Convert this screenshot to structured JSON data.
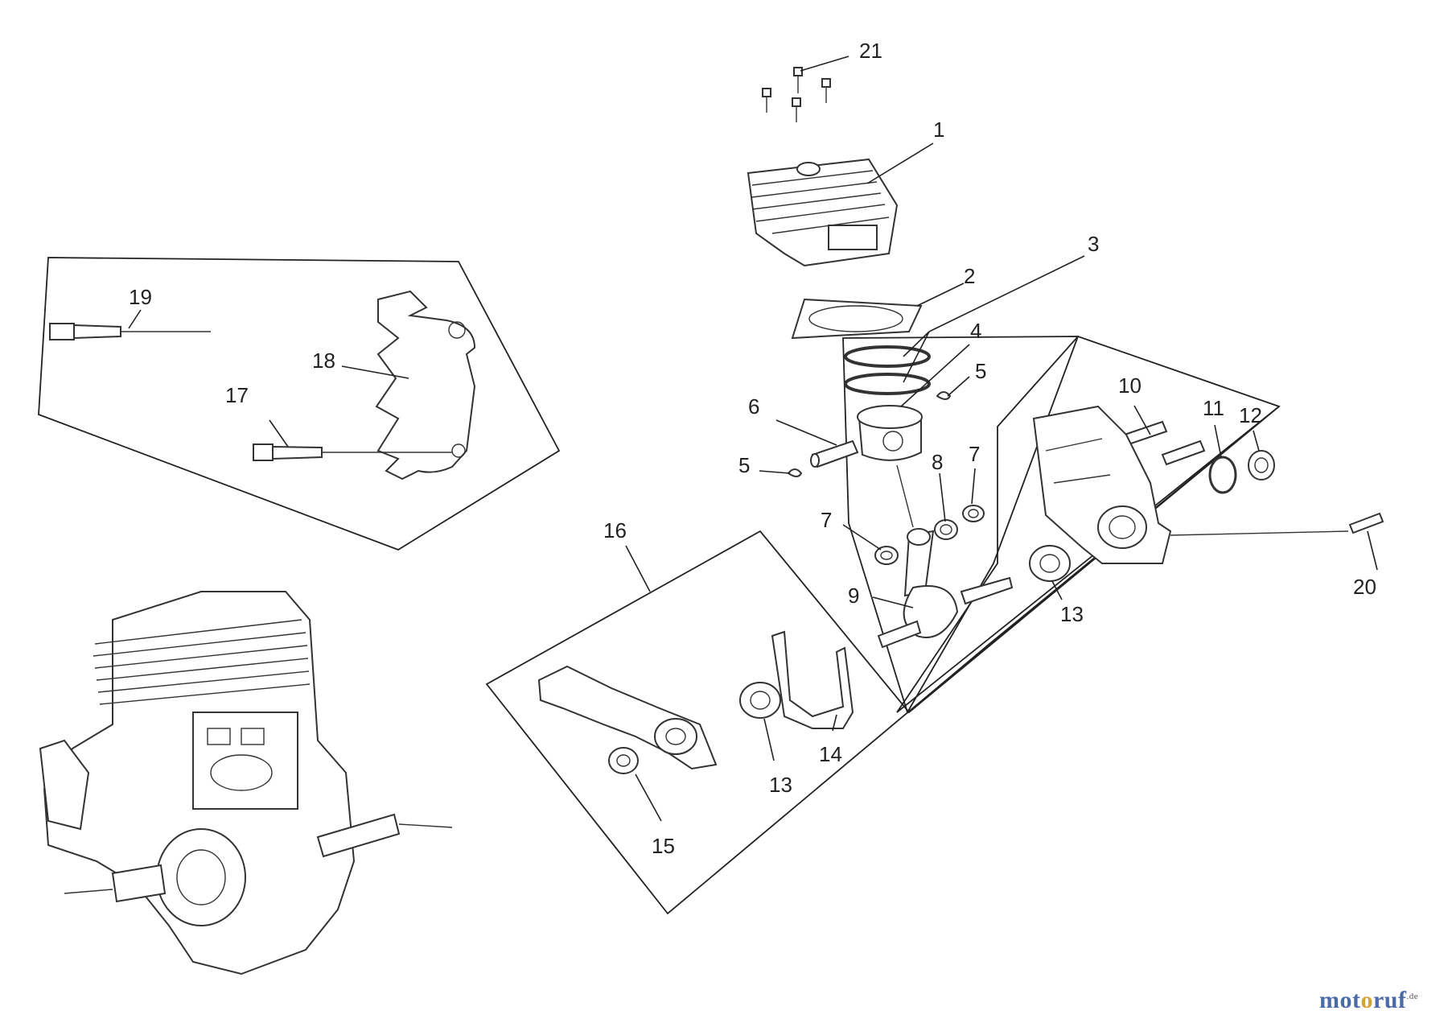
{
  "callouts": [
    "1",
    "2",
    "3",
    "4",
    "5",
    "5",
    "6",
    "7",
    "7",
    "8",
    "9",
    "10",
    "11",
    "12",
    "13",
    "13",
    "14",
    "15",
    "16",
    "17",
    "18",
    "19",
    "20",
    "21"
  ],
  "logo": {
    "part1": "mot",
    "part2": "o",
    "part3": "ruf",
    "suffix": ".de"
  }
}
